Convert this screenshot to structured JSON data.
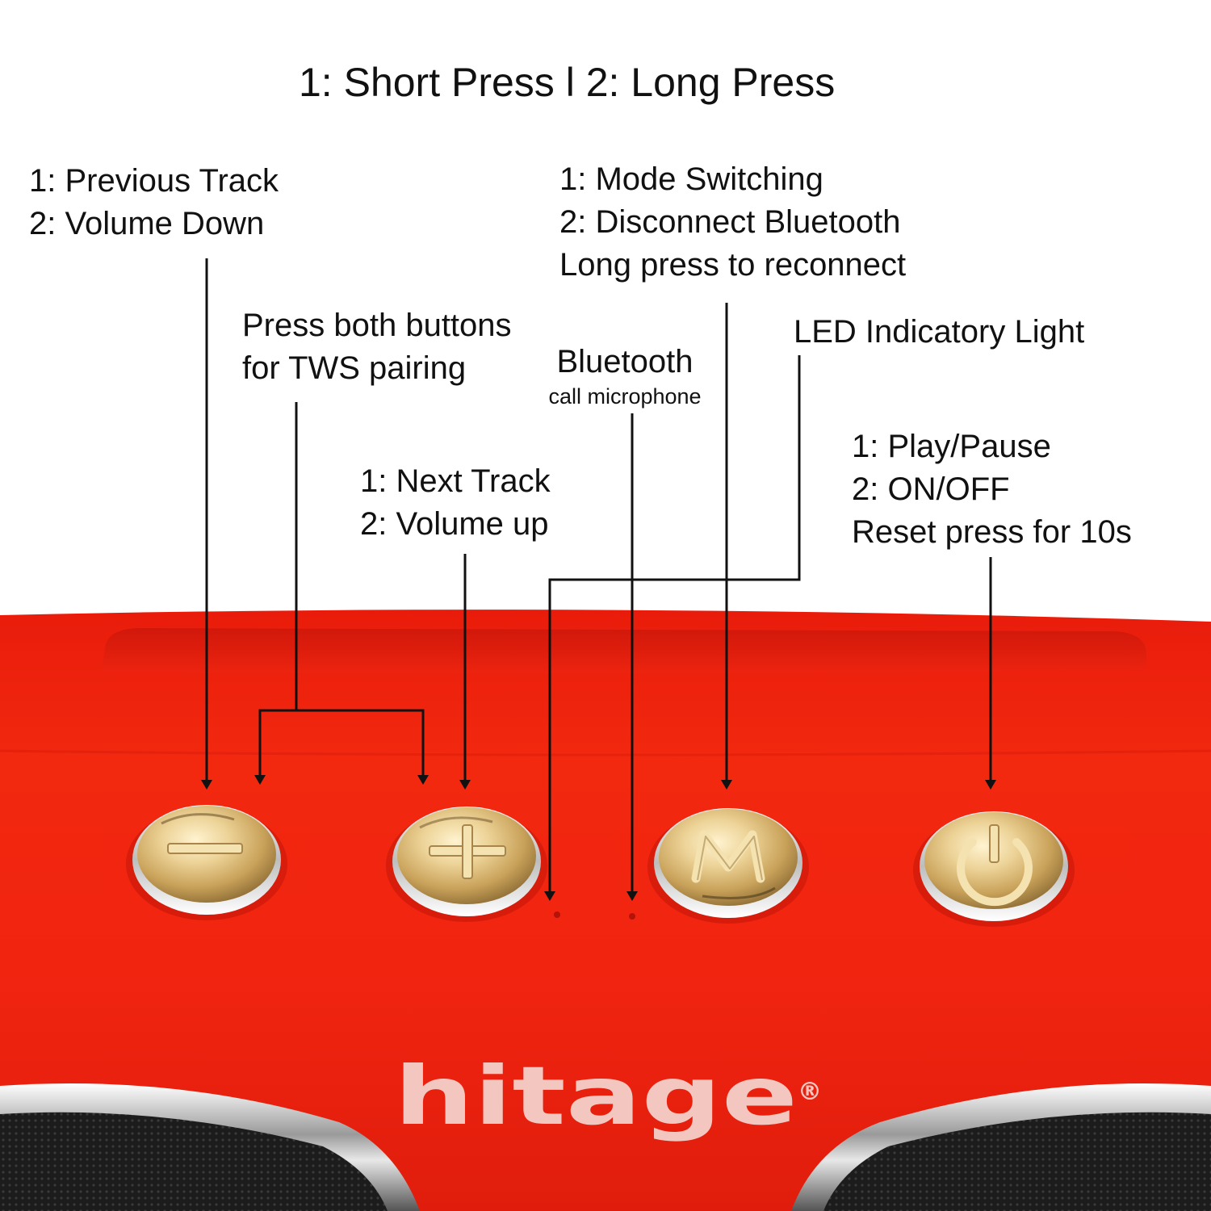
{
  "title": "1: Short Press l 2: Long Press",
  "callouts": {
    "previous": {
      "line1": "1: Previous Track",
      "line2": "2: Volume Down"
    },
    "tws": {
      "line1": "Press both buttons",
      "line2": "for TWS pairing"
    },
    "next": {
      "line1": "1: Next Track",
      "line2": "2: Volume up"
    },
    "mic": {
      "line1": "Bluetooth",
      "line2": "call microphone"
    },
    "mode": {
      "line1": "1: Mode Switching",
      "line2": "2: Disconnect Bluetooth",
      "line3": "Long press to reconnect"
    },
    "led": {
      "line1": "LED Indicatory Light"
    },
    "power": {
      "line1": "1: Play/Pause",
      "line2": "2: ON/OFF",
      "line3": "Reset press for 10s"
    }
  },
  "buttons": {
    "minus": "−",
    "plus": "+",
    "mode": "M",
    "power": "power-icon"
  },
  "brand": {
    "logo_text": "hitage",
    "registered": "®"
  },
  "colors": {
    "body_red": "#f0220f",
    "gold": "#e3c27a",
    "chrome": "#d8d8d8",
    "text": "#111111",
    "logo": "#f3c7c0"
  }
}
